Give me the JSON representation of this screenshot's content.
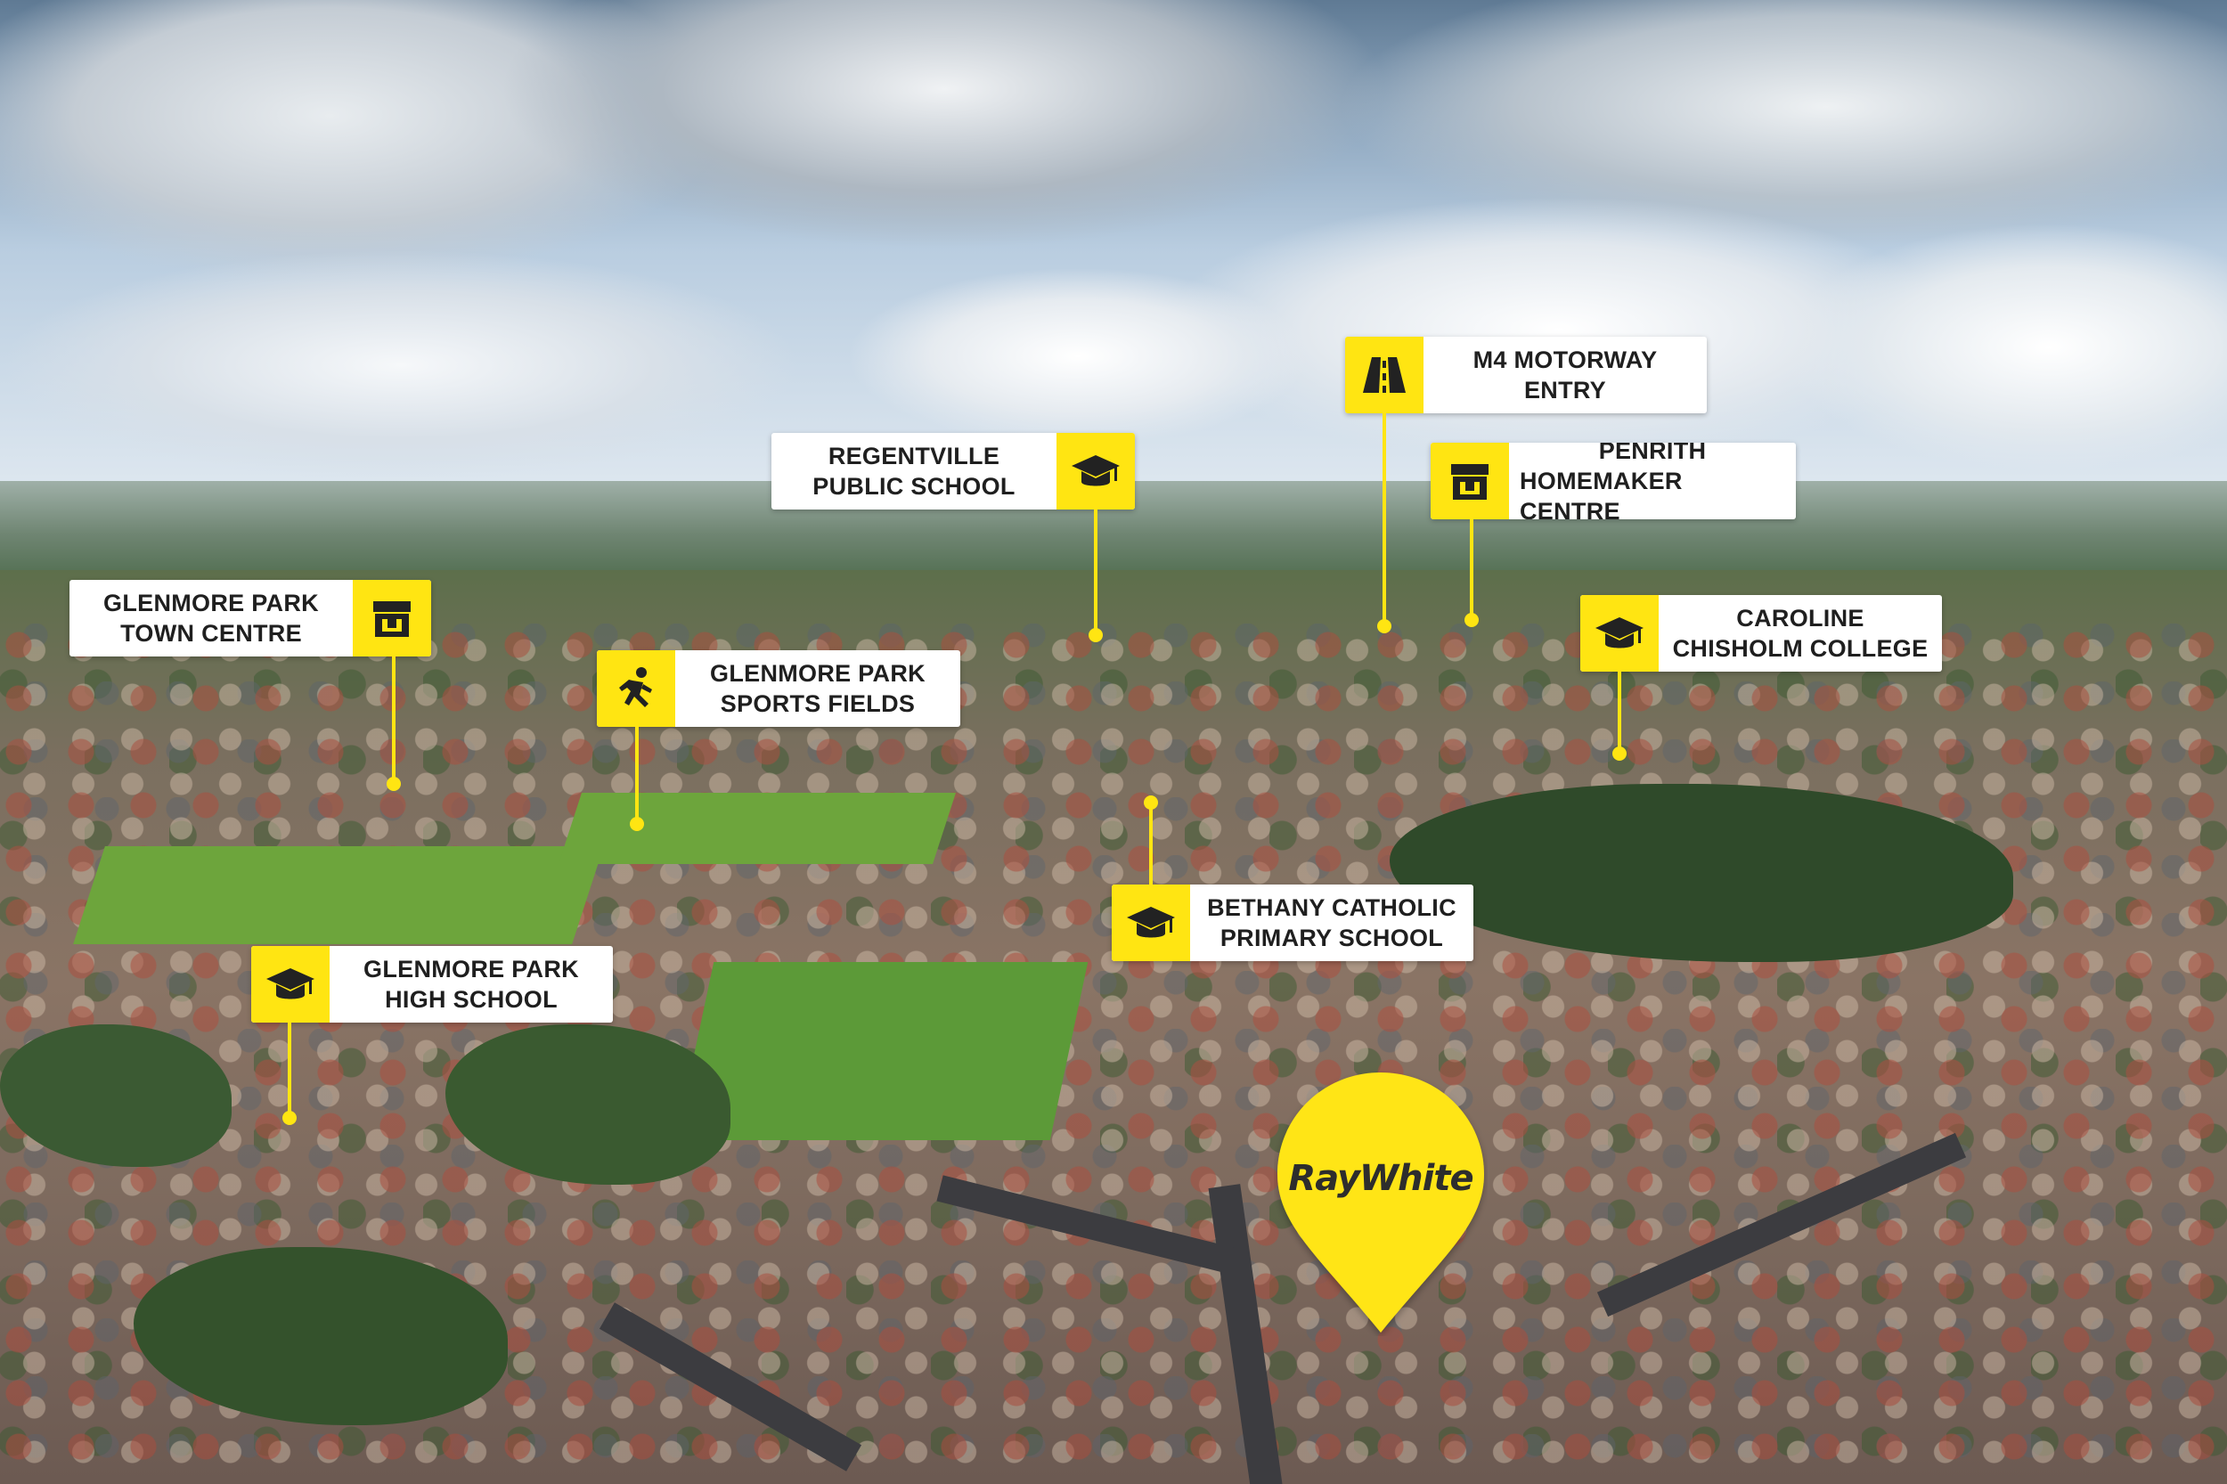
{
  "brand": {
    "name": "RayWhite",
    "color": "#ffe512"
  },
  "locations": [
    {
      "line1": "GLENMORE PARK",
      "line2": "TOWN CENTRE",
      "icon": "storefront-icon"
    },
    {
      "line1": "GLENMORE PARK",
      "line2": "SPORTS FIELDS",
      "icon": "running-person-icon"
    },
    {
      "line1": "REGENTVILLE",
      "line2": "PUBLIC SCHOOL",
      "icon": "graduation-cap-icon"
    },
    {
      "line1": "M4 MOTORWAY",
      "line2": "ENTRY",
      "icon": "road-icon"
    },
    {
      "line1": "PENRITH",
      "line2": "HOMEMAKER CENTRE",
      "icon": "storefront-icon"
    },
    {
      "line1": "CAROLINE",
      "line2": "CHISHOLM COLLEGE",
      "icon": "graduation-cap-icon"
    },
    {
      "line1": "BETHANY CATHOLIC",
      "line2": "PRIMARY SCHOOL",
      "icon": "graduation-cap-icon"
    },
    {
      "line1": "GLENMORE PARK",
      "line2": "HIGH SCHOOL",
      "icon": "graduation-cap-icon"
    }
  ]
}
